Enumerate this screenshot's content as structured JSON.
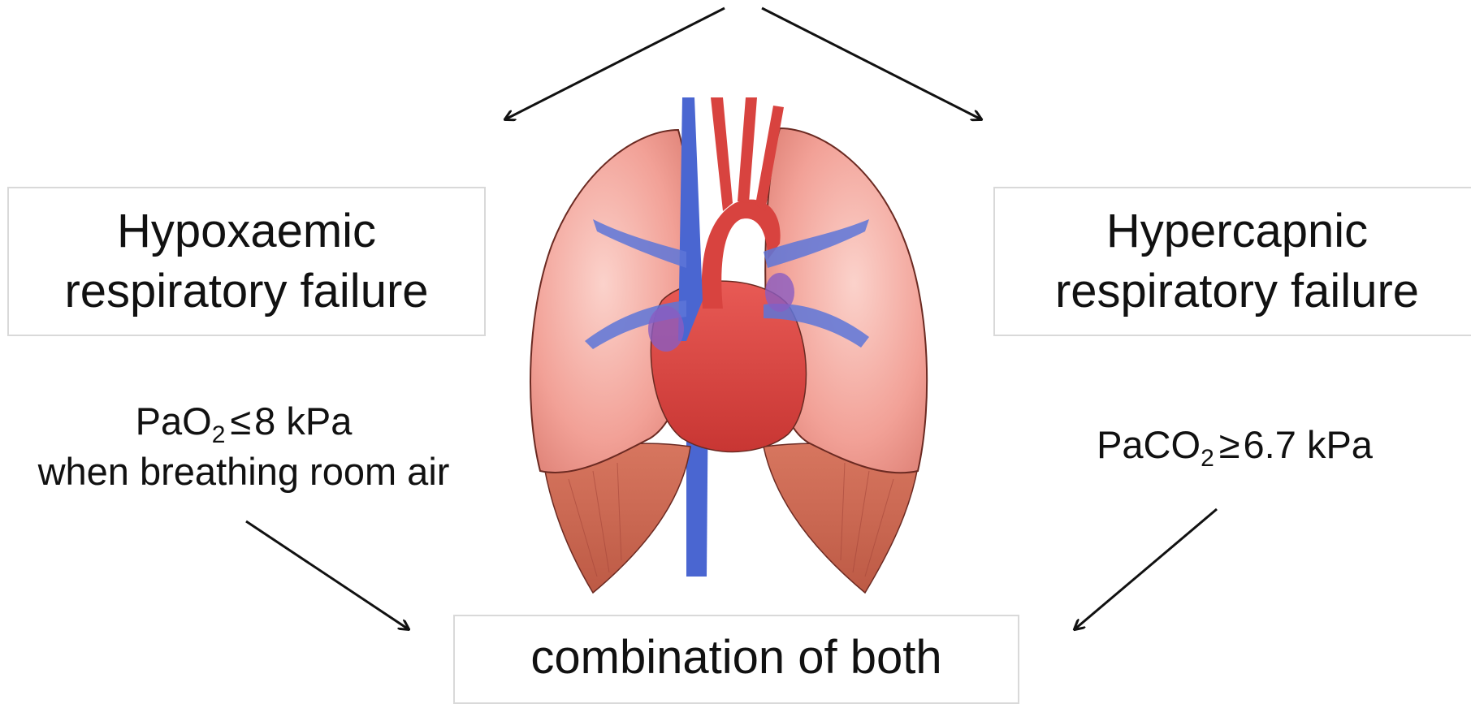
{
  "hypoxaemic": {
    "line1": "Hypoxaemic",
    "line2": "respiratory failure",
    "criterion_prefix": "PaO",
    "criterion_sub": "2",
    "criterion_symbol": "≤",
    "criterion_value": "8 kPa",
    "criterion_line2": "when breathing room air"
  },
  "hypercapnic": {
    "line1": "Hypercapnic",
    "line2": "respiratory failure",
    "criterion_prefix": "PaCO",
    "criterion_sub": "2",
    "criterion_symbol": "≥",
    "criterion_value": "6.7 kPa"
  },
  "combination": {
    "label": "combination of both"
  },
  "colors": {
    "lung": "#f2a197",
    "lung_outline": "#6b2a22",
    "heart": "#d8433f",
    "vein": "#3f5fc9",
    "diaphragm": "#c96650",
    "box_border": "#d9d9d9"
  },
  "icons": {
    "illustration": "heart-and-lungs-icon"
  }
}
